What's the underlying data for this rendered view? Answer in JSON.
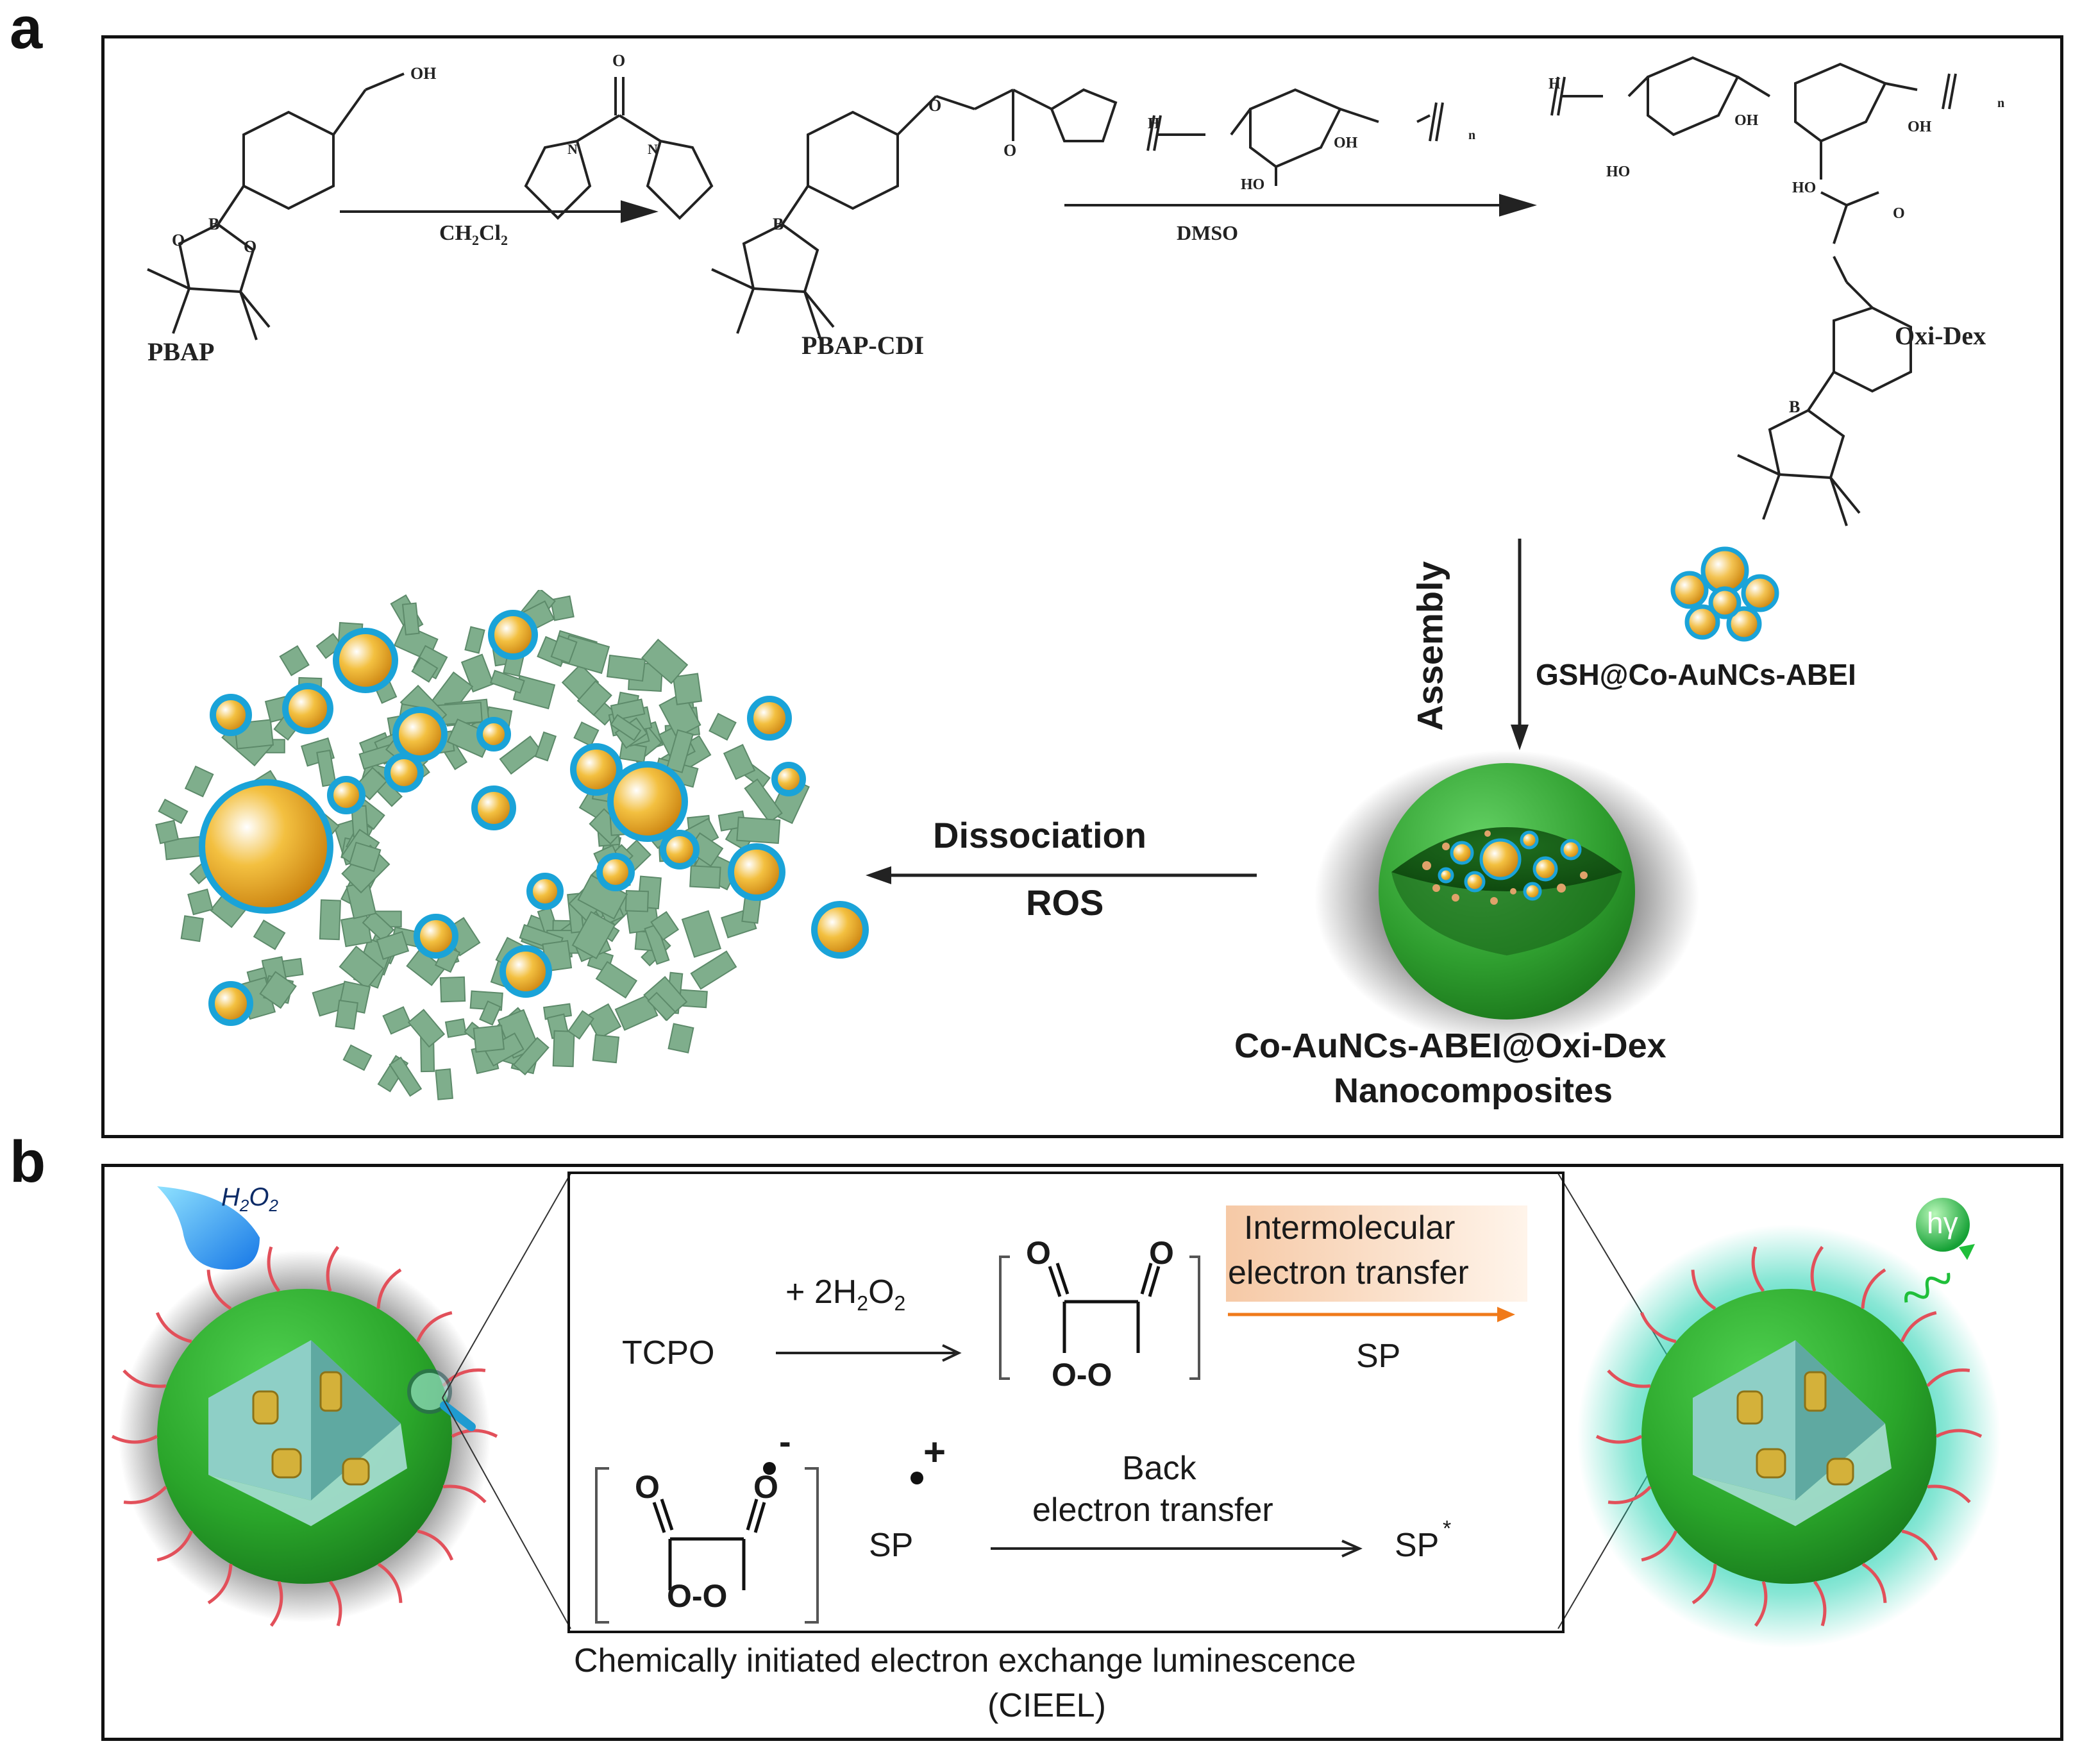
{
  "panel_a": {
    "label": "a",
    "compounds": {
      "pbap": "PBAP",
      "pbap_cdi": "PBAP-CDI",
      "oxi_dex": "Oxi-Dex"
    },
    "reagents": {
      "ch2cl2": "CH2Cl2",
      "dmso": "DMSO"
    },
    "atom_labels": {
      "oh": "OH",
      "ho": "HO",
      "o": "O",
      "b": "B",
      "n": "N",
      "h": "H",
      "n_sub": "n"
    },
    "assembly_label": "Assembly",
    "gsh_label": "GSH@Co-AuNCs-ABEI",
    "dissociation_label": "Dissociation",
    "ros_label": "ROS",
    "nanocomposite_line1": "Co-AuNCs-ABEI@Oxi-Dex",
    "nanocomposite_line2": "Nanocomposites"
  },
  "panel_b": {
    "label": "b",
    "h2o2": "H2O2",
    "hv": "hγ",
    "tcpo": "TCPO",
    "plus_h2o2": "+ 2H2O2",
    "intermolecular_line1": "Intermolecular",
    "intermolecular_line2": "electron transfer",
    "sp": "SP",
    "back_line1": "Back",
    "back_line2": "electron transfer",
    "sp_star": "SP",
    "star": "*",
    "minus": "-",
    "plus": "+",
    "o": "O",
    "o_o": "O-O",
    "cieel_line1": "Chemically initiated electron exchange luminescence",
    "cieel_line2": "(CIEEL)"
  },
  "colors": {
    "shell_green": "#2f9e2f",
    "fragment_green": "#7fae8c",
    "gold": "#e8a317",
    "cyan": "#1aa3d8",
    "orange_arrow": "#f07a1a",
    "glow": "#29d3b3"
  }
}
